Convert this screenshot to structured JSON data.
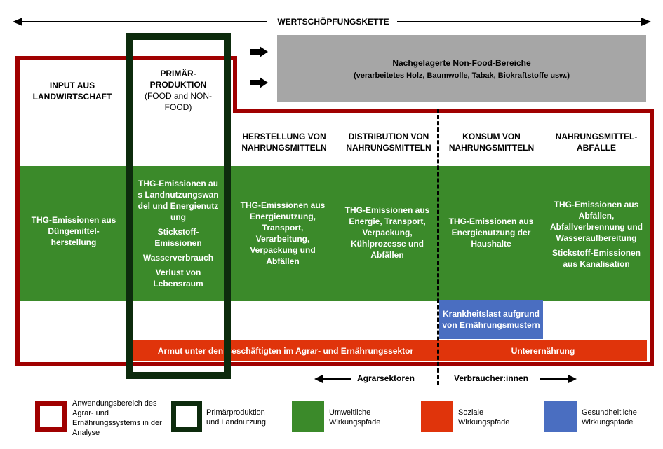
{
  "header": {
    "value_chain": "WERTSCHÖPFUNGSKETTE"
  },
  "non_food": {
    "title": "Nachgelagerte Non-Food-Bereiche",
    "subtitle": "(verarbeitetes Holz, Baumwolle, Tabak, Biokraftstoffe usw.)"
  },
  "stages": {
    "input": "INPUT AUS LANDWIRTSCHAFT",
    "primary_1": "PRIMÄR-",
    "primary_2": "PRODUKTION",
    "primary_3": "(FOOD and NON-FOOD)",
    "manufacturing": "HERSTELLUNG VON NAHRUNGSMITTELN",
    "distribution": "DISTRIBUTION VON NAHRUNGSMITTELN",
    "consumption": "KONSUM VON NAHRUNGSMITTELN",
    "waste": "NAHRUNGSMITTEL-ABFÄLLE"
  },
  "environmental": {
    "input": "THG-Emissionen aus Düngemittel-herstellung",
    "primary": [
      "THG-Emissionen aus Landnutzungswandel und Energienutzung",
      "Stickstoff-Emissionen",
      "Wasserverbrauch",
      "Verlust von Lebensraum"
    ],
    "manufacturing": "THG-Emissionen aus Energienutzung, Transport, Verarbeitung, Verpackung und Abfällen",
    "distribution": "THG-Emissionen aus Energie, Transport, Verpackung, Kühlprozesse und Abfällen",
    "consumption": "THG-Emissionen aus Energienutzung der Haushalte",
    "waste": [
      "THG-Emissionen aus Abfällen, Abfallverbrennung und Wasseraufbereitung",
      "Stickstoff-Emissionen aus Kanalisation"
    ]
  },
  "health": {
    "disease": "Krankheitslast aufgrund von Ernährungsmustern"
  },
  "social": {
    "poverty": "Armut unter den Beschäftigten im Agrar- und Ernährungssektor",
    "undernutrition": "Unterernährung"
  },
  "sectors": {
    "agri": "Agrarsektoren",
    "consumers": "Verbraucher:innen"
  },
  "legend": [
    {
      "label": "Anwendungsbereich des Agrar- und Ernährungssystems in der Analyse",
      "color": "#a00000"
    },
    {
      "label": "Primärproduktion und Landnutzung",
      "color": "#0d2b0d"
    },
    {
      "label": "Umweltliche Wirkungspfade",
      "color": "#3b8a2a"
    },
    {
      "label": "Soziale Wirkungspfade",
      "color": "#e0340b"
    },
    {
      "label": "Gesundheitliche Wirkungspfade",
      "color": "#4a6ec1"
    }
  ],
  "colors": {
    "scope": "#a00000",
    "primary": "#0d2b0d",
    "environmental": "#3b8a2a",
    "social": "#e0340b",
    "health": "#4a6ec1",
    "non_food": "#a6a6a6"
  }
}
